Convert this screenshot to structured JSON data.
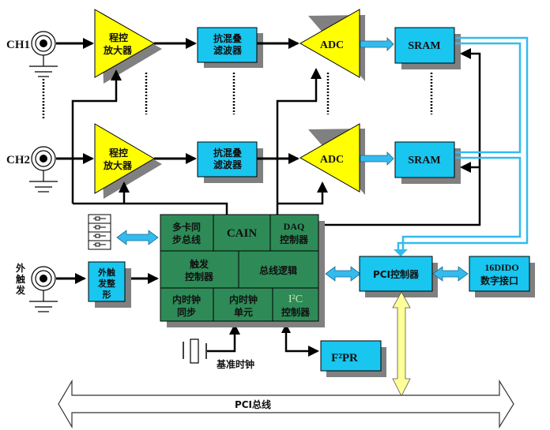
{
  "colors": {
    "amplifier": "#ffff00",
    "block_blue": "#18c6f0",
    "controller_green": "#2e8b57",
    "shadow": "#808080",
    "bus_cyan": "#33bbee",
    "pci_arrow": "#ffff99",
    "line": "#000000"
  },
  "channels": [
    {
      "label": "CH1",
      "amp": [
        "程控",
        "放大器"
      ],
      "filter": [
        "抗混叠",
        "滤波器"
      ],
      "adc": "ADC",
      "sram": "SRAM"
    },
    {
      "label": "CH2",
      "amp": [
        "程控",
        "放大器"
      ],
      "filter": [
        "抗混叠",
        "滤波器"
      ],
      "adc": "ADC",
      "sram": "SRAM"
    }
  ],
  "external_trigger": {
    "label": [
      "外",
      "触",
      "发"
    ],
    "shaper": [
      "外触",
      "发整",
      "形"
    ]
  },
  "controller": {
    "cells": {
      "sync_bus": [
        "多卡同",
        "步总线"
      ],
      "cain": "CAIN",
      "daq": [
        "DAQ",
        "控制器"
      ],
      "trigger": [
        "触发",
        "控制器"
      ],
      "bus_logic": "总线逻辑",
      "clock_sync": [
        "内时钟",
        "同步"
      ],
      "clock_unit": [
        "内时钟",
        "单元"
      ],
      "i2c": [
        "I²C",
        "控制器"
      ]
    }
  },
  "pci_controller": "PCI控制器",
  "dio": [
    "16DIDO",
    "数字接口"
  ],
  "eeprom": "F²PR",
  "ref_clock": "基准时钟",
  "pci_bus": "PCI总线"
}
